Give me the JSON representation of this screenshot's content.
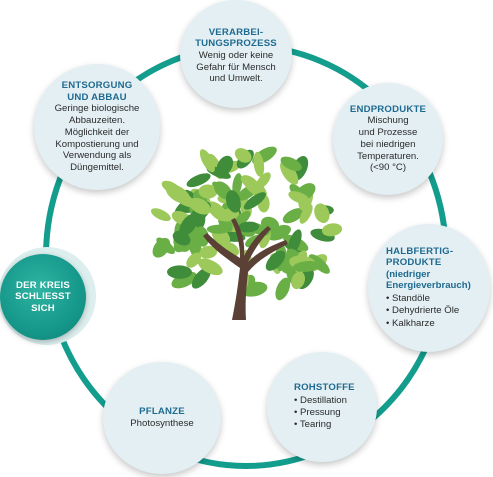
{
  "colors": {
    "ring": "#139d8d",
    "node_fill": "#e3eff3",
    "title_blue": "#1f6a90",
    "accent_teal": "#139d8d",
    "trunk": "#5b4035",
    "leaf_light": "#9cc95a",
    "leaf_mid": "#6aae46",
    "leaf_dark": "#3f8c3a"
  },
  "cycle": {
    "verarbeitung": {
      "title": [
        "VERARBEI-",
        "TUNGSPROZESS"
      ],
      "body": [
        "Wenig oder keine",
        "Gefahr für Mensch",
        "und Umwelt."
      ]
    },
    "endprodukte": {
      "title": [
        "ENDPRODUKTE"
      ],
      "body": [
        "Mischung",
        "und Prozesse",
        "bei niedrigen",
        "Temperaturen.",
        "(<90 °C)"
      ]
    },
    "halbfertig": {
      "title": [
        "HALBFERTIG-",
        "PRODUKTE"
      ],
      "subtitle": [
        "(niedriger",
        "Energieverbrauch)"
      ],
      "items": [
        "Standöle",
        "Dehydrierte Öle",
        "Kalkharze"
      ]
    },
    "rohstoffe": {
      "title": [
        "ROHSTOFFE"
      ],
      "items": [
        "Destillation",
        "Pressung",
        "Tearing"
      ]
    },
    "pflanze": {
      "title": [
        "PFLANZE"
      ],
      "body": [
        "Photosynthese"
      ]
    },
    "kreis": {
      "title": [
        "DER KREIS",
        "SCHLIESST",
        "SICH"
      ]
    },
    "entsorgung": {
      "title": [
        "ENTSORGUNG",
        "UND ABBAU"
      ],
      "body": [
        "Geringe biologische",
        "Abbauzeiten.",
        "Möglichkeit der",
        "Kompostierung und",
        "Verwendung als",
        "Düngemittel."
      ]
    }
  }
}
